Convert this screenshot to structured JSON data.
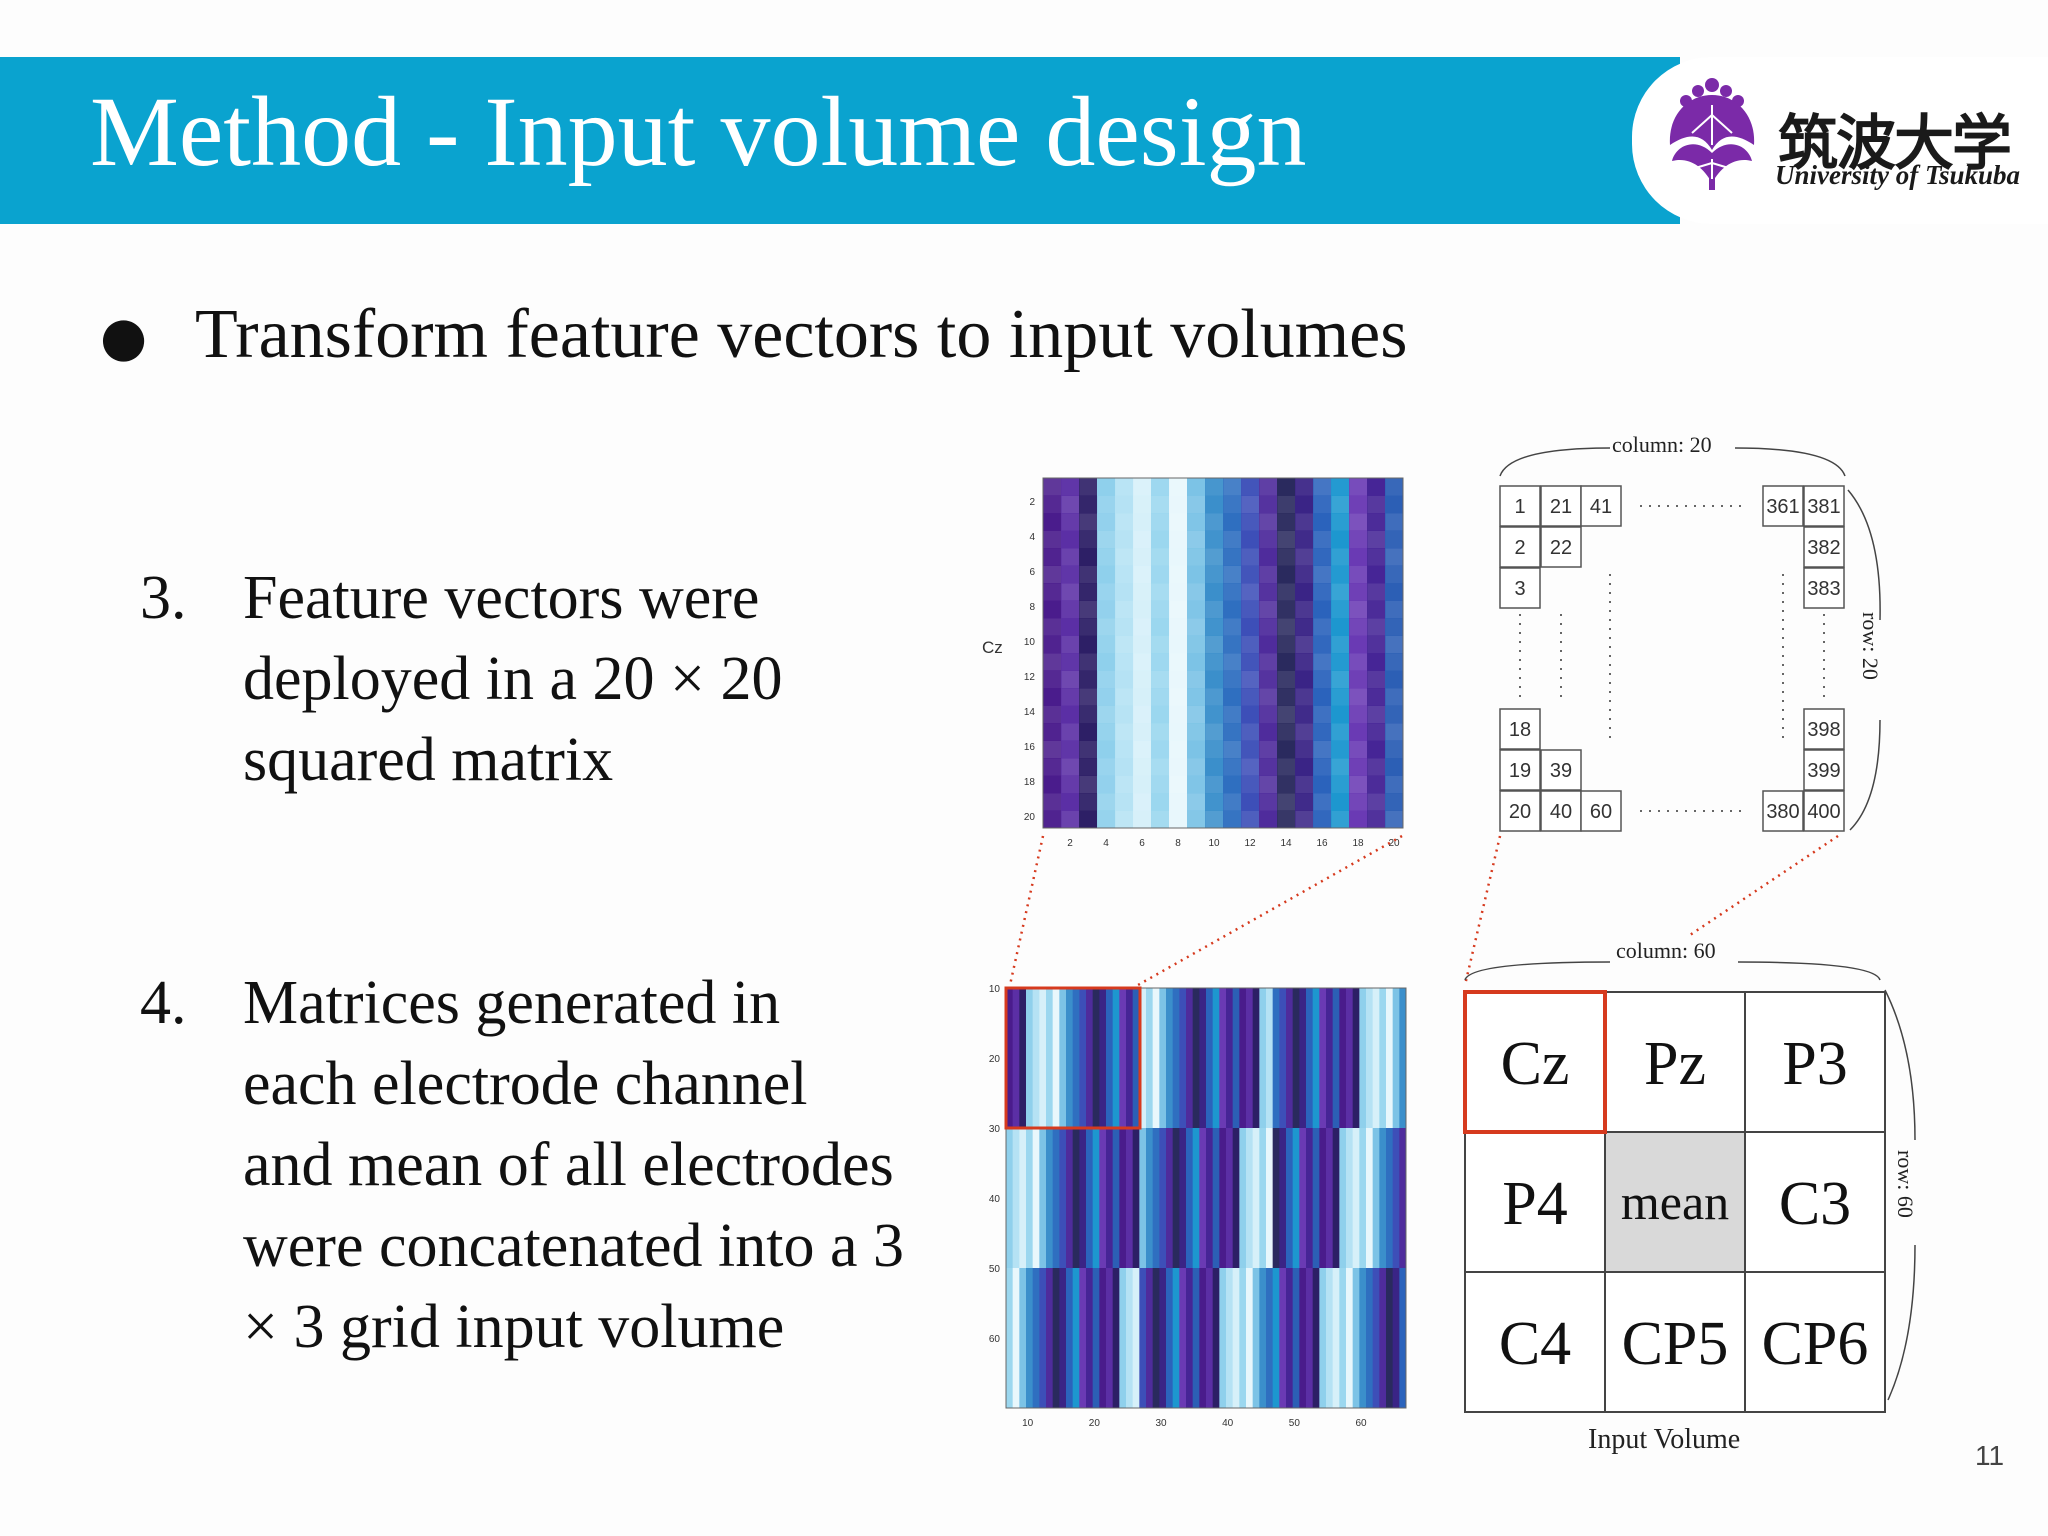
{
  "slide": {
    "title": "Method - Input volume design",
    "bullet": "Transform feature vectors to input volumes",
    "items": [
      {
        "number": "3.",
        "lines": [
          "Feature vectors were",
          "deployed in a 20 × 20",
          "squared matrix"
        ]
      },
      {
        "number": "4.",
        "lines": [
          "Matrices generated in",
          "each electrode channel",
          "and mean of all electrodes",
          "were concatenated into a 3",
          "× 3 grid input volume"
        ]
      }
    ],
    "page_number": "11"
  },
  "logo": {
    "name_jp": "筑波大学",
    "name_en": "University of Tsukuba"
  },
  "colors": {
    "title_bar": "#0aa3cf",
    "logo_purple": "#7b2aa8",
    "highlight_red": "#d63a1e",
    "mean_cell": "#d9d9d9"
  },
  "small_heatmap": {
    "ylabel": "Cz",
    "yticks": [
      "2",
      "4",
      "6",
      "8",
      "10",
      "12",
      "14",
      "16",
      "18",
      "20"
    ],
    "xticks": [
      "2",
      "4",
      "6",
      "8",
      "10",
      "12",
      "14",
      "16",
      "18",
      "20"
    ]
  },
  "large_heatmap": {
    "yticks": [
      "10",
      "20",
      "30",
      "40",
      "50",
      "60"
    ],
    "xticks": [
      "10",
      "20",
      "30",
      "40",
      "50",
      "60"
    ]
  },
  "index_matrix": {
    "column_label": "column: 20",
    "row_label": "row: 20",
    "top_row": [
      "1",
      "21",
      "41",
      "361",
      "381"
    ],
    "second_row": [
      "2",
      "22",
      "382"
    ],
    "third_row": [
      "3",
      "383"
    ],
    "row_18": [
      "18",
      "398"
    ],
    "row_19": [
      "19",
      "39",
      "399"
    ],
    "bottom_row": [
      "20",
      "40",
      "60",
      "380",
      "400"
    ]
  },
  "input_volume": {
    "column_label": "column: 60",
    "row_label": "row: 60",
    "caption": "Input Volume",
    "cells": [
      "Cz",
      "Pz",
      "P3",
      "P4",
      "mean",
      "C3",
      "C4",
      "CP5",
      "CP6"
    ]
  }
}
